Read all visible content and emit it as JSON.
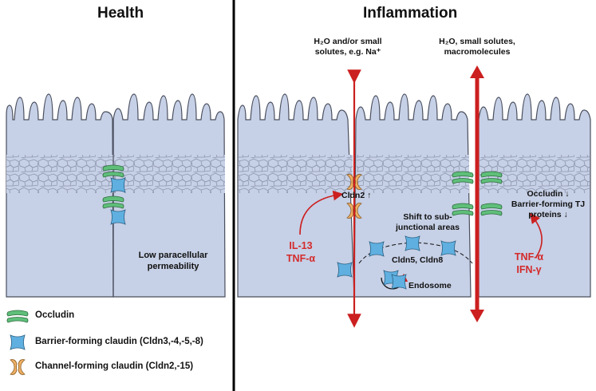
{
  "titles": {
    "health": "Health",
    "inflammation": "Inflammation"
  },
  "health": {
    "permeability": "Low paracellular permeability"
  },
  "inflammation": {
    "flux_left_line1": "H₂O and/or small",
    "flux_left_line2": "solutes, e.g. Na⁺",
    "flux_right_line1": "H₂O, small solutes,",
    "flux_right_line2": "macromolecules",
    "cldn2": "Cldn2 ↑",
    "cytokines_left_1": "IL-13",
    "cytokines_left_2": "TNF-α",
    "shift_line1": "Shift to sub-",
    "shift_line2": "junctional areas",
    "cldn58": "Cldn5, Cldn8",
    "endosome": "Endosome",
    "occludin_down": "Occludin ↓",
    "barrier_down_1": "Barrier-forming TJ",
    "barrier_down_2": "proteins ↓",
    "cytokines_right_1": "TNF-α",
    "cytokines_right_2": "IFN-γ"
  },
  "legend": [
    {
      "icon": "occludin-icon",
      "label": "Occludin"
    },
    {
      "icon": "barrier-claudin-icon",
      "label": "Barrier-forming claudin (Cldn3,-4,-5,-8)"
    },
    {
      "icon": "channel-claudin-icon",
      "label": "Channel-forming claudin (Cldn2,-15)"
    }
  ],
  "colors": {
    "cell": "#c6d0e6",
    "cell_outline": "#4a4f5e",
    "occludin": "#5fbf7a",
    "barrier_claudin": "#5fb0e0",
    "channel_claudin": "#efb066",
    "arrow_red": "#cc1f1f",
    "text_red": "#d42a2a"
  }
}
